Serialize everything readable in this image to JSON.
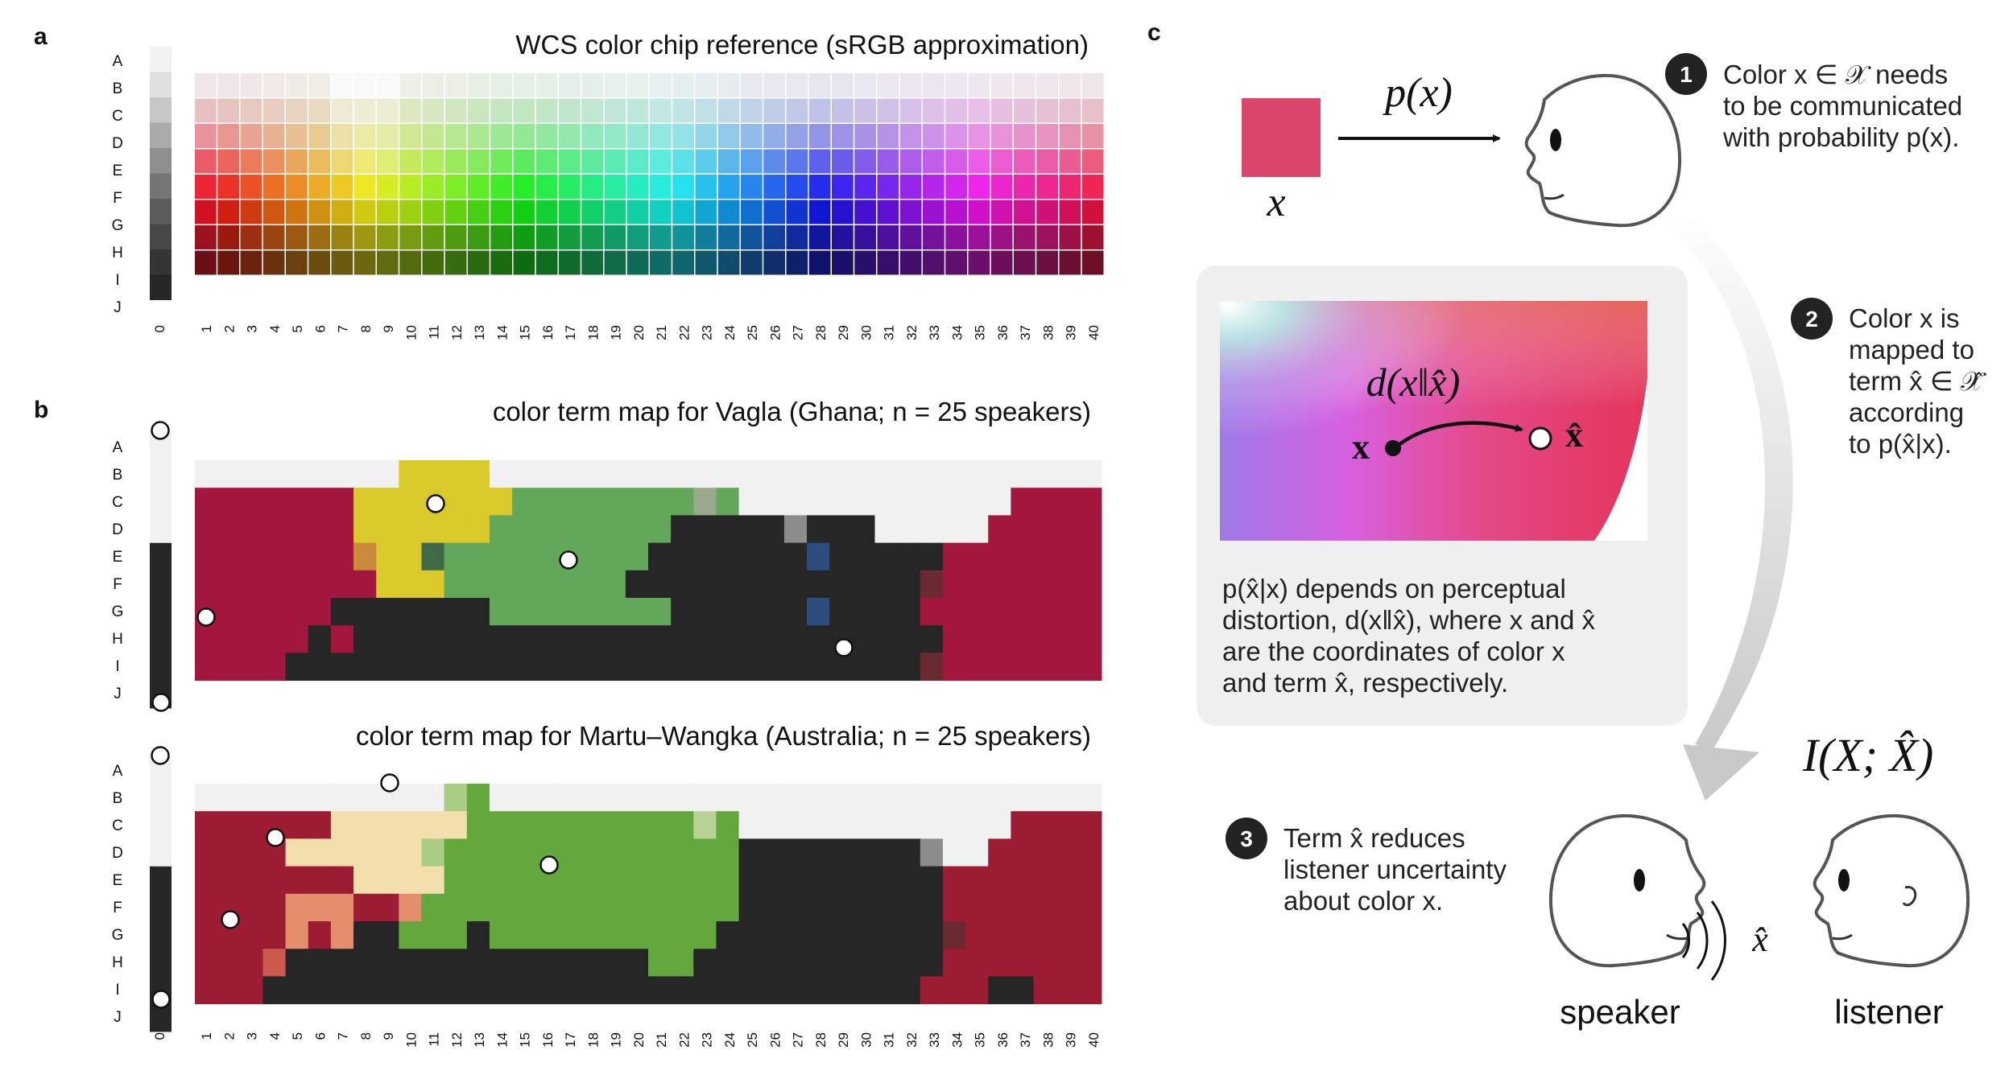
{
  "panels": {
    "a": {
      "letter": "a",
      "title": "WCS color chip reference (sRGB approximation)",
      "rows": [
        "A",
        "B",
        "C",
        "D",
        "E",
        "F",
        "G",
        "H",
        "I",
        "J"
      ],
      "col0_label": "0",
      "cols": [
        "1",
        "2",
        "3",
        "4",
        "5",
        "6",
        "7",
        "8",
        "9",
        "10",
        "11",
        "12",
        "13",
        "14",
        "15",
        "16",
        "17",
        "18",
        "19",
        "20",
        "21",
        "22",
        "23",
        "24",
        "25",
        "26",
        "27",
        "28",
        "29",
        "30",
        "31",
        "32",
        "33",
        "34",
        "35",
        "36",
        "37",
        "38",
        "39",
        "40"
      ],
      "achromatic_column": [
        "#f2f2f2",
        "#e0e0e0",
        "#c7c7c7",
        "#aaaaaa",
        "#8f8f8f",
        "#757575",
        "#5c5c5c",
        "#474747",
        "#353535",
        "#262626"
      ]
    },
    "b": {
      "letter": "b",
      "vagla_title": "color term map for Vagla (Ghana; n = 25 speakers)",
      "martu_title": "color term map for Martu–Wangka (Australia; n = 25 speakers)",
      "rows": [
        "A",
        "B",
        "C",
        "D",
        "E",
        "F",
        "G",
        "H",
        "I",
        "J"
      ],
      "col0_label": "0",
      "cols": [
        "1",
        "2",
        "3",
        "4",
        "5",
        "6",
        "7",
        "8",
        "9",
        "10",
        "11",
        "12",
        "13",
        "14",
        "15",
        "16",
        "17",
        "18",
        "19",
        "20",
        "21",
        "22",
        "23",
        "24",
        "25",
        "26",
        "27",
        "28",
        "29",
        "30",
        "31",
        "32",
        "33",
        "34",
        "35",
        "36",
        "37",
        "38",
        "39",
        "40"
      ],
      "term_colors": {
        "white": "#f1f1f1",
        "red": "#a3163e",
        "red2": "#9c1c34",
        "yellow": "#d9c92a",
        "green": "#63a85a",
        "green2": "#62a83c",
        "black": "#262626",
        "cream": "#f3dfab",
        "salmon": "#e58e6c"
      }
    },
    "c": {
      "letter": "c",
      "px_label": "p(x)",
      "x_label": "x",
      "chip_color": "#db456b",
      "step1": {
        "num": "1",
        "lines": [
          "Color x ∈ 𝒳 needs",
          "to be communicated",
          "with probability p(x)."
        ]
      },
      "step2": {
        "num": "2",
        "lines": [
          "Color x is",
          "mapped to",
          "term x̂ ∈ 𝒳̂",
          "according",
          "to p(x̂|x)."
        ]
      },
      "step3": {
        "num": "3",
        "lines": [
          "Term x̂ reduces",
          "listener uncertainty",
          "about color x."
        ]
      },
      "box": {
        "distortion_label": "d(x‖x̂)",
        "x_bold": "x",
        "xhat_bold": "x̂",
        "caption": [
          "p(x̂|x) depends on perceptual",
          "distortion, d(x‖x̂), where x and x̂",
          "are the coordinates of color x",
          "and term x̂, respectively."
        ]
      },
      "mutual_info": "I(X; X̂)",
      "xhat_symbol": "x̂",
      "speaker_label": "speaker",
      "listener_label": "listener"
    }
  }
}
